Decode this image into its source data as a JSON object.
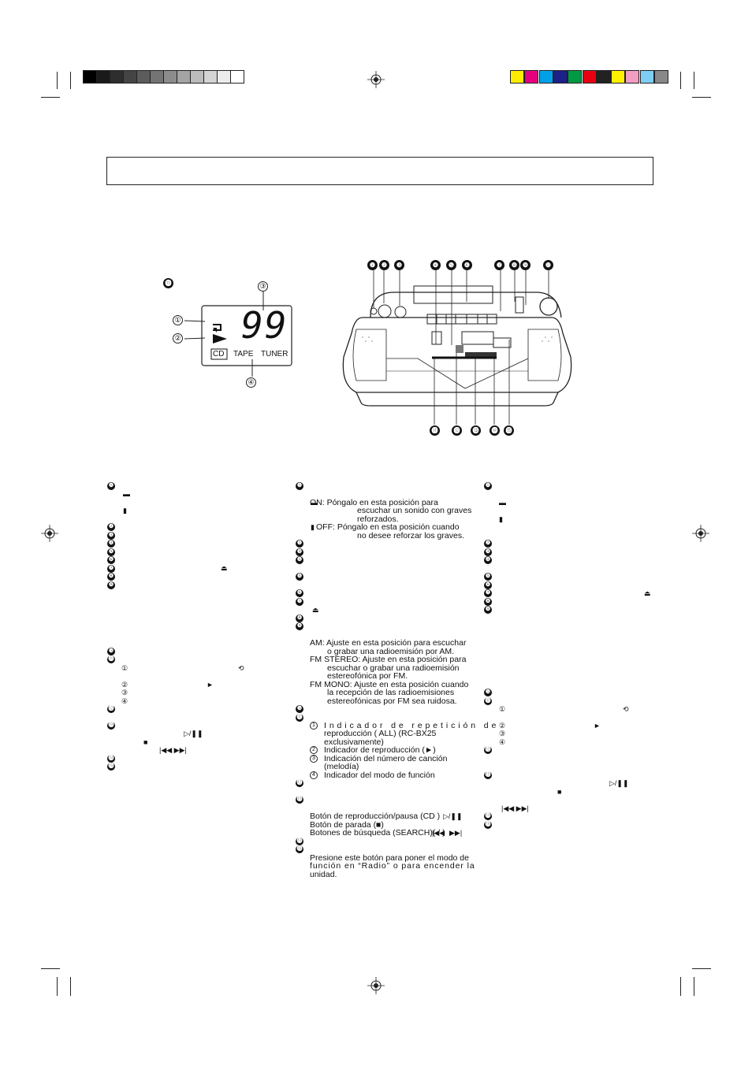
{
  "grayscale_bar": [
    "#000000",
    "#1a1a1a",
    "#2e2e2e",
    "#444444",
    "#5c5c5c",
    "#747474",
    "#8c8c8c",
    "#a4a4a4",
    "#bcbcbc",
    "#d4d4d4",
    "#ececec",
    "#ffffff"
  ],
  "color_bar": [
    "#ffec00",
    "#e6007e",
    "#00a0e9",
    "#1d2088",
    "#009944",
    "#e60012",
    "#222222",
    "#fff100",
    "#f19ec2",
    "#7ecef4",
    "#888888"
  ],
  "display": {
    "callout_label": "⓫",
    "digits": "99",
    "source_cd": "CD",
    "source_tape": "TAPE",
    "source_tuner": "TUNER",
    "callouts": [
      "①",
      "②",
      "③",
      "④"
    ]
  },
  "device_callouts_top": [
    "❶",
    "❷",
    "❸",
    "❹",
    "❺",
    "❻",
    "❼",
    "❽",
    "❾",
    "❿"
  ],
  "device_callouts_bottom": [
    "⓫",
    "⓬",
    "⓭",
    "⓮",
    "⓯"
  ],
  "left_column": {
    "markers": [
      "❶",
      "❷",
      "❸",
      "❹",
      "❺",
      "❻",
      "❼",
      "❽",
      "❾",
      "❿",
      "⓫",
      "⓬",
      "⓭",
      "⓮",
      "⓯"
    ],
    "sub_markers": [
      "①",
      "②",
      "③",
      "④"
    ]
  },
  "middle_column": {
    "markers": [
      "❶",
      "❷",
      "❸",
      "❹",
      "❺",
      "❻",
      "❼",
      "❽",
      "❾",
      "❿",
      "⓫",
      "⓬",
      "⓭",
      "⓮",
      "⓯"
    ],
    "bass_on": "ON:  Póngalo en esta posición para",
    "bass_on_2": "escuchar un sonido con graves",
    "bass_on_3": "reforzados.",
    "bass_off": "OFF: Póngalo en esta posición cuando",
    "bass_off_2": "no desee reforzar los graves.",
    "am_1": "AM:  Ajuste en esta posición para escuchar",
    "am_2": "o grabar una radioemisión por AM.",
    "fm_stereo_1": "FM STEREO: Ajuste en esta posición para",
    "fm_stereo_2": "escuchar o grabar una radioemisión",
    "fm_stereo_3": "estereofónica por FM.",
    "fm_mono_1": "FM MONO: Ajuste en esta posición cuando",
    "fm_mono_2": "la recepción de las radioemisiones",
    "fm_mono_3": "estereofónicas por FM sea ruidosa.",
    "ind_1a": "Indicador de repetición de",
    "ind_1b": "reproducción (     ALL) (RC-BX25",
    "ind_1c": "exclusivamente)",
    "ind_2": "Indicador de reproducción (►)",
    "ind_3a": "Indicación del número de canción",
    "ind_3b": "(melodía)",
    "ind_4": "Indicador del modo de función",
    "btn_play": "Botón de reproducción/pausa (CD      )",
    "btn_stop": "Botón de parada (■)",
    "btn_search": "Botones de búsqueda (SEARCH)(     /     )",
    "radio_1": "Presione este botón para poner el modo de",
    "radio_2": "función en “Radio” o para encender la",
    "radio_3": "unidad."
  },
  "right_column": {
    "markers": [
      "❶",
      "❷",
      "❸",
      "❹",
      "❺",
      "❻",
      "❼",
      "❽",
      "❾",
      "❿",
      "⓫",
      "⓬",
      "⓭",
      "⓮",
      "⓯"
    ],
    "sub_markers": [
      "①",
      "②",
      "③",
      "④"
    ]
  }
}
